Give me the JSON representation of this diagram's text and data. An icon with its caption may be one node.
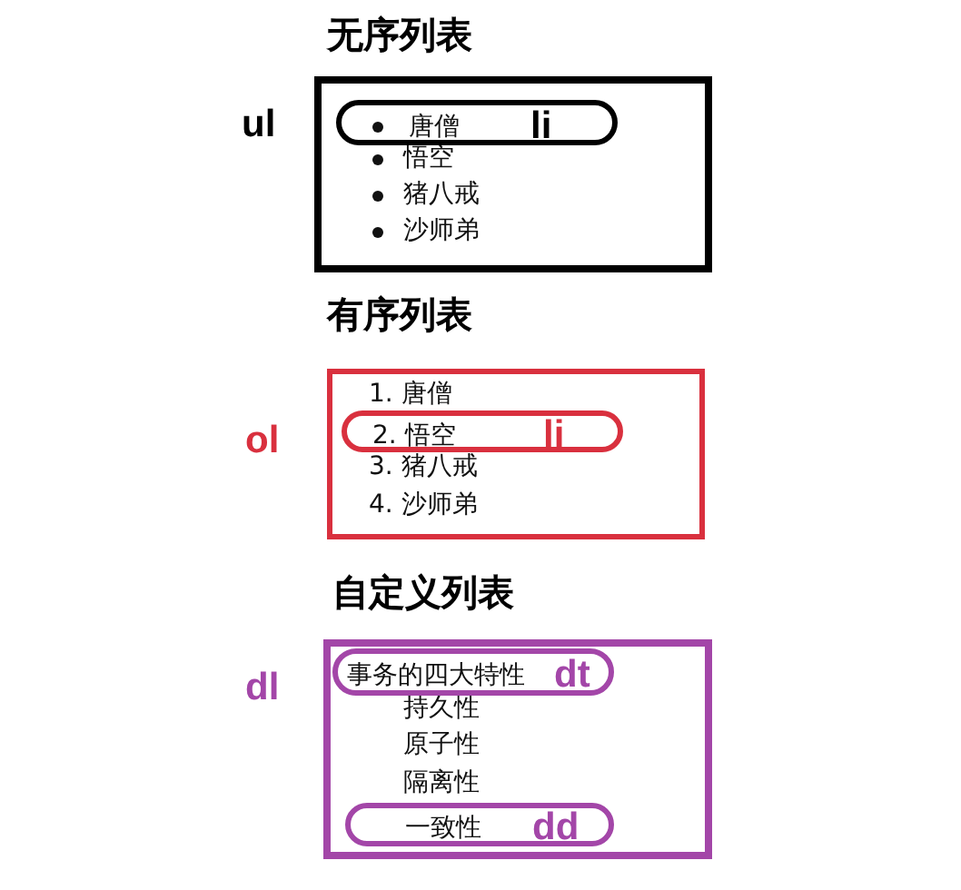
{
  "diagram": {
    "nodes": [
      {
        "text": [
          "无序列表",
          "悟空",
          "猪八戒",
          "沙师弟"
        ],
        "beside": [
          "ul"
        ]
      },
      {
        "text": [
          "唐僧",
          "li"
        ],
        "in": 0
      },
      {
        "text": [
          "有序列表",
          "1. 唐僧",
          "3. 猪八戒",
          "4. 沙师弟"
        ],
        "beside": [
          "ol"
        ]
      },
      {
        "text": [
          "2. 悟空",
          "li"
        ],
        "in": 2
      },
      {
        "text": [
          "自定义列表",
          "持久性",
          "原子性",
          "隔离性"
        ],
        "beside": [
          "dl"
        ]
      },
      {
        "text": [
          "事务的四大特性",
          "dt"
        ],
        "in": 4
      },
      {
        "text": [
          "一致性",
          "dd"
        ],
        "in": 4
      }
    ]
  }
}
